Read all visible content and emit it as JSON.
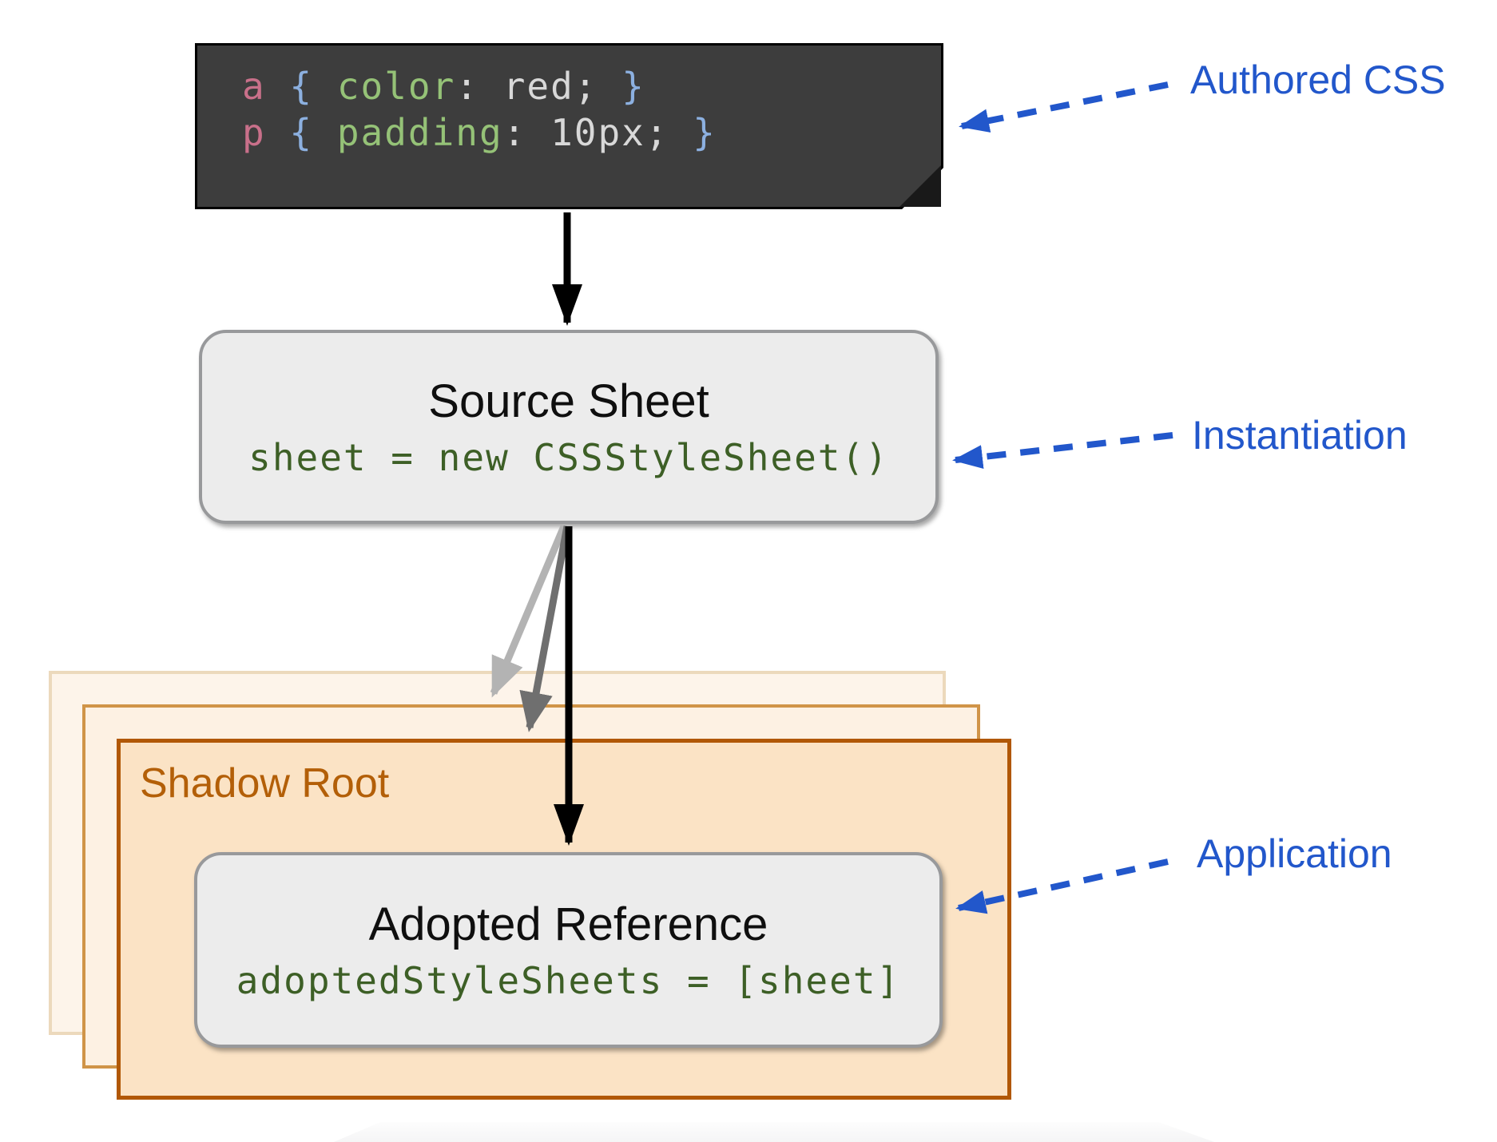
{
  "authored_css": {
    "lines": [
      [
        [
          "a",
          "sel"
        ],
        [
          " ",
          "pl"
        ],
        [
          "{",
          "br"
        ],
        [
          " ",
          "pl"
        ],
        [
          "color",
          "prop"
        ],
        [
          ":",
          "pl"
        ],
        [
          " ",
          "pl"
        ],
        [
          "red",
          "pl"
        ],
        [
          ";",
          "pl"
        ],
        [
          " ",
          "pl"
        ],
        [
          "}",
          "br"
        ]
      ],
      [
        [
          "p",
          "sel"
        ],
        [
          " ",
          "pl"
        ],
        [
          "{",
          "br"
        ],
        [
          " ",
          "pl"
        ],
        [
          "padding",
          "prop"
        ],
        [
          ":",
          "pl"
        ],
        [
          " ",
          "pl"
        ],
        [
          "10px",
          "pl"
        ],
        [
          ";",
          "pl"
        ],
        [
          " ",
          "pl"
        ],
        [
          "}",
          "br"
        ]
      ]
    ]
  },
  "source_sheet": {
    "title": "Source Sheet",
    "code": "sheet = new CSSStyleSheet()"
  },
  "shadow_root": {
    "label": "Shadow Root"
  },
  "adopted_reference": {
    "title": "Adopted Reference",
    "code": "adoptedStyleSheets = [sheet]"
  },
  "callouts": {
    "authored": "Authored CSS",
    "instantiation": "Instantiation",
    "application": "Application"
  },
  "colors": {
    "callout_blue": "#2257cb",
    "code_block_bg": "#3d3d3d",
    "token_selector_pink": "#c9708a",
    "token_brace_blue": "#8cb0e0",
    "token_property_green": "#95c277",
    "token_plain_gray": "#d8d8d8",
    "box_fill_gray": "#ececec",
    "box_border_gray": "#98999b",
    "box_code_green": "#3d5f26",
    "shadow_root_text_orange": "#b35f08",
    "shadow_front_border": "#b15806",
    "shadow_front_fill": "#fbe3c5",
    "shadow_middle_border": "#d09448",
    "shadow_middle_fill": "#fdf1e3",
    "shadow_back_border": "#ecd9bc",
    "shadow_back_fill": "#fdf4ea",
    "arrow_black": "#000000",
    "arrow_light_gray": "#b3b3b3",
    "arrow_dark_gray": "#6f6f6f"
  }
}
